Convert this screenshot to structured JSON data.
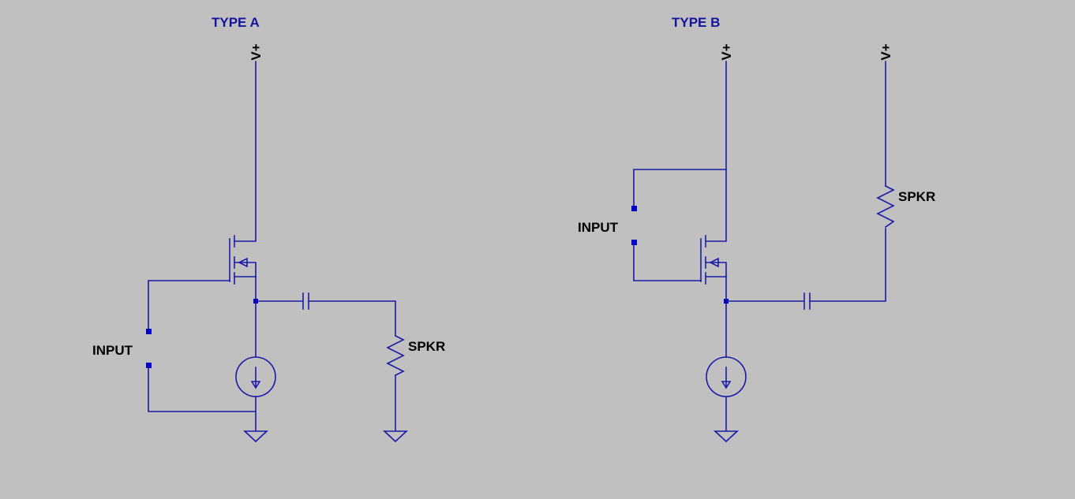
{
  "colors": {
    "background": "#c0c0c0",
    "wire": "#1a1aa8",
    "node": "#0000c8",
    "title_text": "#1414a0",
    "label_text": "#000000"
  },
  "schematic": {
    "type_a": {
      "title": "TYPE A",
      "supply_label": "V+",
      "input_label": "INPUT",
      "speaker_label": "SPKR"
    },
    "type_b": {
      "title": "TYPE B",
      "supply_label": "V+",
      "supply2_label": "V+",
      "input_label": "INPUT",
      "speaker_label": "SPKR"
    }
  }
}
